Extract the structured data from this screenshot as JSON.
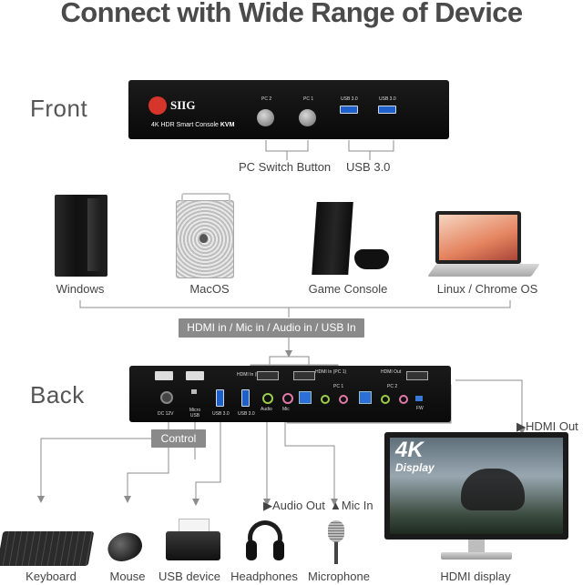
{
  "title": "Connect with Wide Range of Device",
  "sections": {
    "front": "Front",
    "back": "Back"
  },
  "front_device": {
    "brand": "SIIG",
    "model_prefix": "4K HDR Smart Console",
    "model_suffix": "KVM",
    "pc2": "PC 2",
    "pc1": "PC 1",
    "usb_a": "USB 3.0",
    "usb_b": "USB 3.0"
  },
  "front_callouts": {
    "pc_switch": "PC Switch Button",
    "usb": "USB 3.0"
  },
  "sources": [
    {
      "label": "Windows",
      "icon": "windows-pc-tower-icon"
    },
    {
      "label": "MacOS",
      "icon": "mac-pro-tower-icon"
    },
    {
      "label": "Game Console",
      "icon": "game-console-icon"
    },
    {
      "label": "Linux / Chrome OS",
      "icon": "laptop-icon"
    }
  ],
  "input_pill": "HDMI in / Mic in / Audio in / USB In",
  "back_device": {
    "dc": "DC 12V",
    "micro_usb": "Micro USB",
    "usb1": "USB 3.0",
    "usb2": "USB 3.0",
    "audio": "Audio",
    "mic": "Mic",
    "hdmi_in_pc2": "HDMI In (PC 2)",
    "hdmi_in_pc1": "HDMI In (PC 1)",
    "hdmi_out": "HDMI Out",
    "pc1": "PC 1",
    "pc2": "PC 2",
    "fw": "FW"
  },
  "control_pill": "Control",
  "outputs": {
    "hdmi_out": "HDMI Out",
    "audio_out": "Audio Out",
    "mic_in": "Mic In"
  },
  "display": {
    "line1": "4K",
    "line2": "Display"
  },
  "peripherals": [
    {
      "label": "Keyboard",
      "icon": "keyboard-icon"
    },
    {
      "label": "Mouse",
      "icon": "mouse-icon"
    },
    {
      "label": "USB device",
      "icon": "printer-icon"
    },
    {
      "label": "Headphones",
      "icon": "headphones-icon"
    },
    {
      "label": "Microphone",
      "icon": "microphone-icon"
    },
    {
      "label": "HDMI display",
      "icon": "monitor-icon"
    }
  ],
  "colors": {
    "title": "#4a4a4a",
    "pill": "#8a8a8a",
    "usb_blue": "#1f5fc8",
    "line": "#8c8c8c",
    "device": "#111111"
  }
}
